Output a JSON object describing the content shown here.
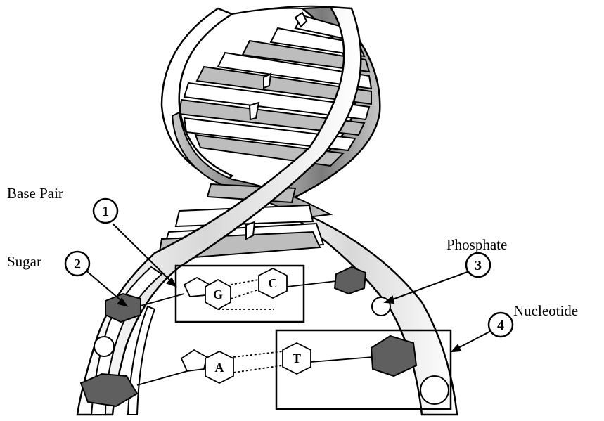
{
  "labels": {
    "base_pair": "Base Pair",
    "sugar": "Sugar",
    "phosphate": "Phosphate",
    "nucleotide": "Nucleotide"
  },
  "callouts": {
    "one": "1",
    "two": "2",
    "three": "3",
    "four": "4"
  },
  "bases": {
    "g": "G",
    "c": "C",
    "a": "A",
    "t": "T"
  },
  "colors": {
    "outline": "#000000",
    "sugar_fill": "#5f5f5f",
    "rung_fill": "#bdbdbd",
    "strand_fill": "#ffffff"
  }
}
